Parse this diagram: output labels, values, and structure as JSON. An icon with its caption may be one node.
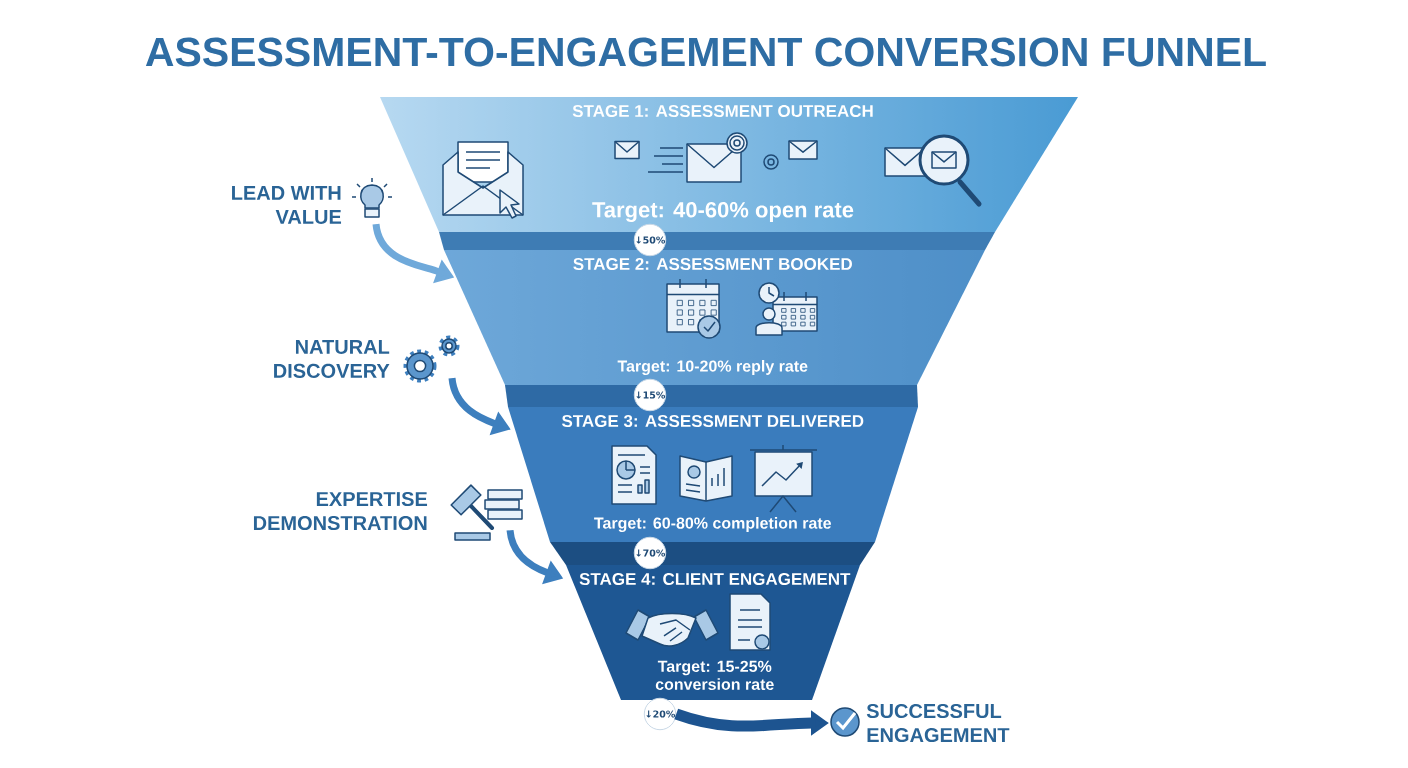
{
  "diagram": {
    "title": "ASSESSMENT-TO-ENGAGEMENT CONVERSION FUNNEL",
    "nodes": [
      {
        "text": [
          "STAGE 1: ASSESSMENT OUTREACH",
          "Target: 40-60% open rate"
        ]
      },
      {
        "text": [
          "STAGE 2: ASSESSMENT BOOKED",
          "Target: 10-20% reply rate"
        ]
      },
      {
        "text": [
          "STAGE 3: ASSESSMENT DELIVERED",
          "Target: 60-80% completion rate"
        ]
      },
      {
        "text": [
          "STAGE 4: CLIENT ENGAGEMENT",
          "Target: 15-25% conversion rate"
        ]
      },
      {
        "text": [
          "LEAD WITH VALUE"
        ]
      },
      {
        "text": [
          "NATURAL DISCOVERY"
        ]
      },
      {
        "text": [
          "EXPERTISE DEMONSTRATION"
        ]
      },
      {
        "text": [
          "SUCCESSFUL ENGAGEMENT"
        ]
      },
      {
        "text": [
          "↓50%"
        ]
      },
      {
        "text": [
          "↓15%"
        ]
      },
      {
        "text": [
          "↓70%"
        ]
      },
      {
        "text": [
          "↓20%"
        ]
      }
    ],
    "edges": [
      {
        "from": 4,
        "to": 1,
        "arrow": "to",
        "color": "#6fa9da"
      },
      {
        "from": 5,
        "to": 2,
        "arrow": "to",
        "color": "#3d7fbe"
      },
      {
        "from": 6,
        "to": 3,
        "arrow": "to",
        "color": "#3d7fbe"
      },
      {
        "from": 11,
        "to": 7,
        "arrow": "to",
        "color": "#1d5490"
      }
    ]
  }
}
